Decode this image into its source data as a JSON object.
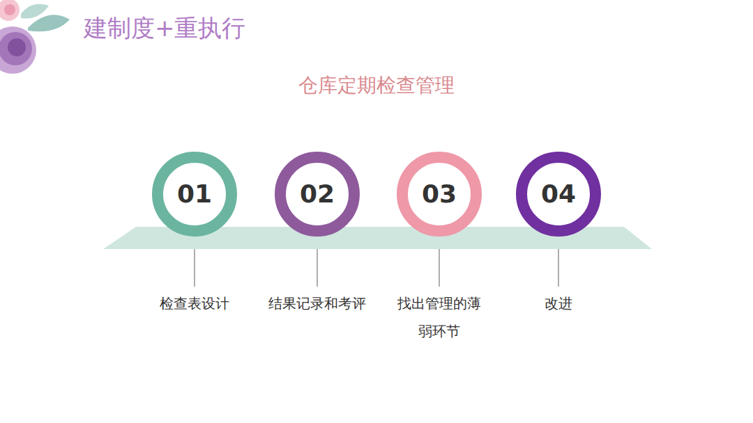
{
  "diagram": {
    "title": "建制度+重执行",
    "nodes": [
      {
        "text": [
          "01",
          "检查表设计"
        ]
      },
      {
        "text": [
          "02",
          "结果记录和考评"
        ]
      },
      {
        "text": [
          "03",
          "找出管理的薄弱环节"
        ]
      },
      {
        "text": [
          "04",
          "改进"
        ]
      }
    ],
    "labels": [
      "仓库定期检查管理"
    ]
  }
}
